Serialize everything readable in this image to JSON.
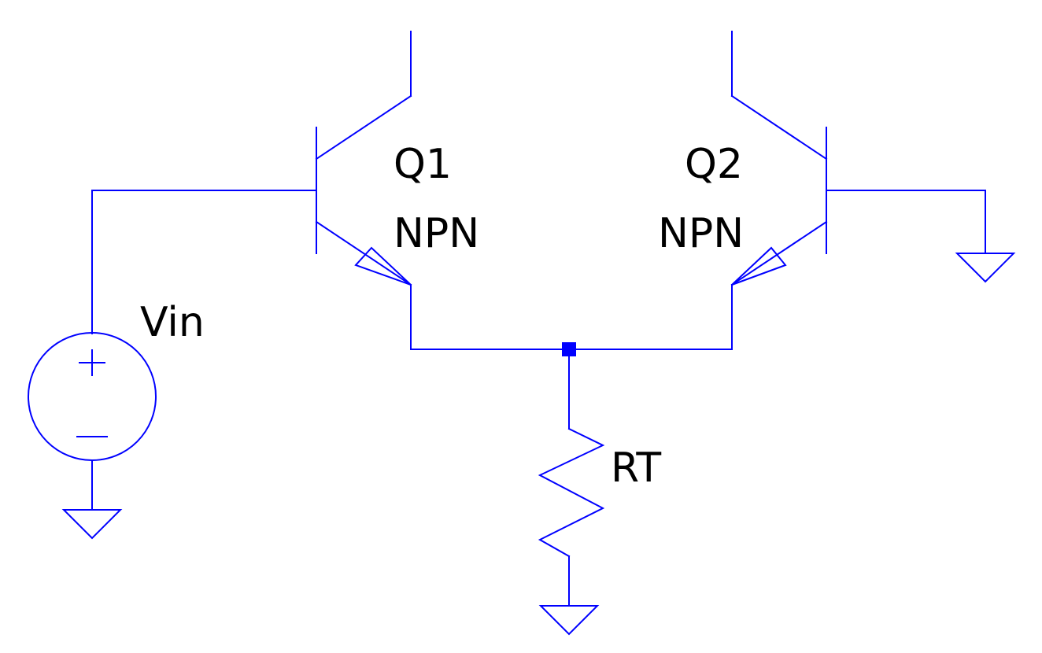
{
  "schematic": {
    "wire_color": "#0000ff",
    "text_color": "#000000",
    "components": {
      "q1": {
        "name": "Q1",
        "model": "NPN"
      },
      "q2": {
        "name": "Q2",
        "model": "NPN"
      },
      "vin": {
        "name": "Vin"
      },
      "rt": {
        "name": "RT"
      }
    }
  }
}
